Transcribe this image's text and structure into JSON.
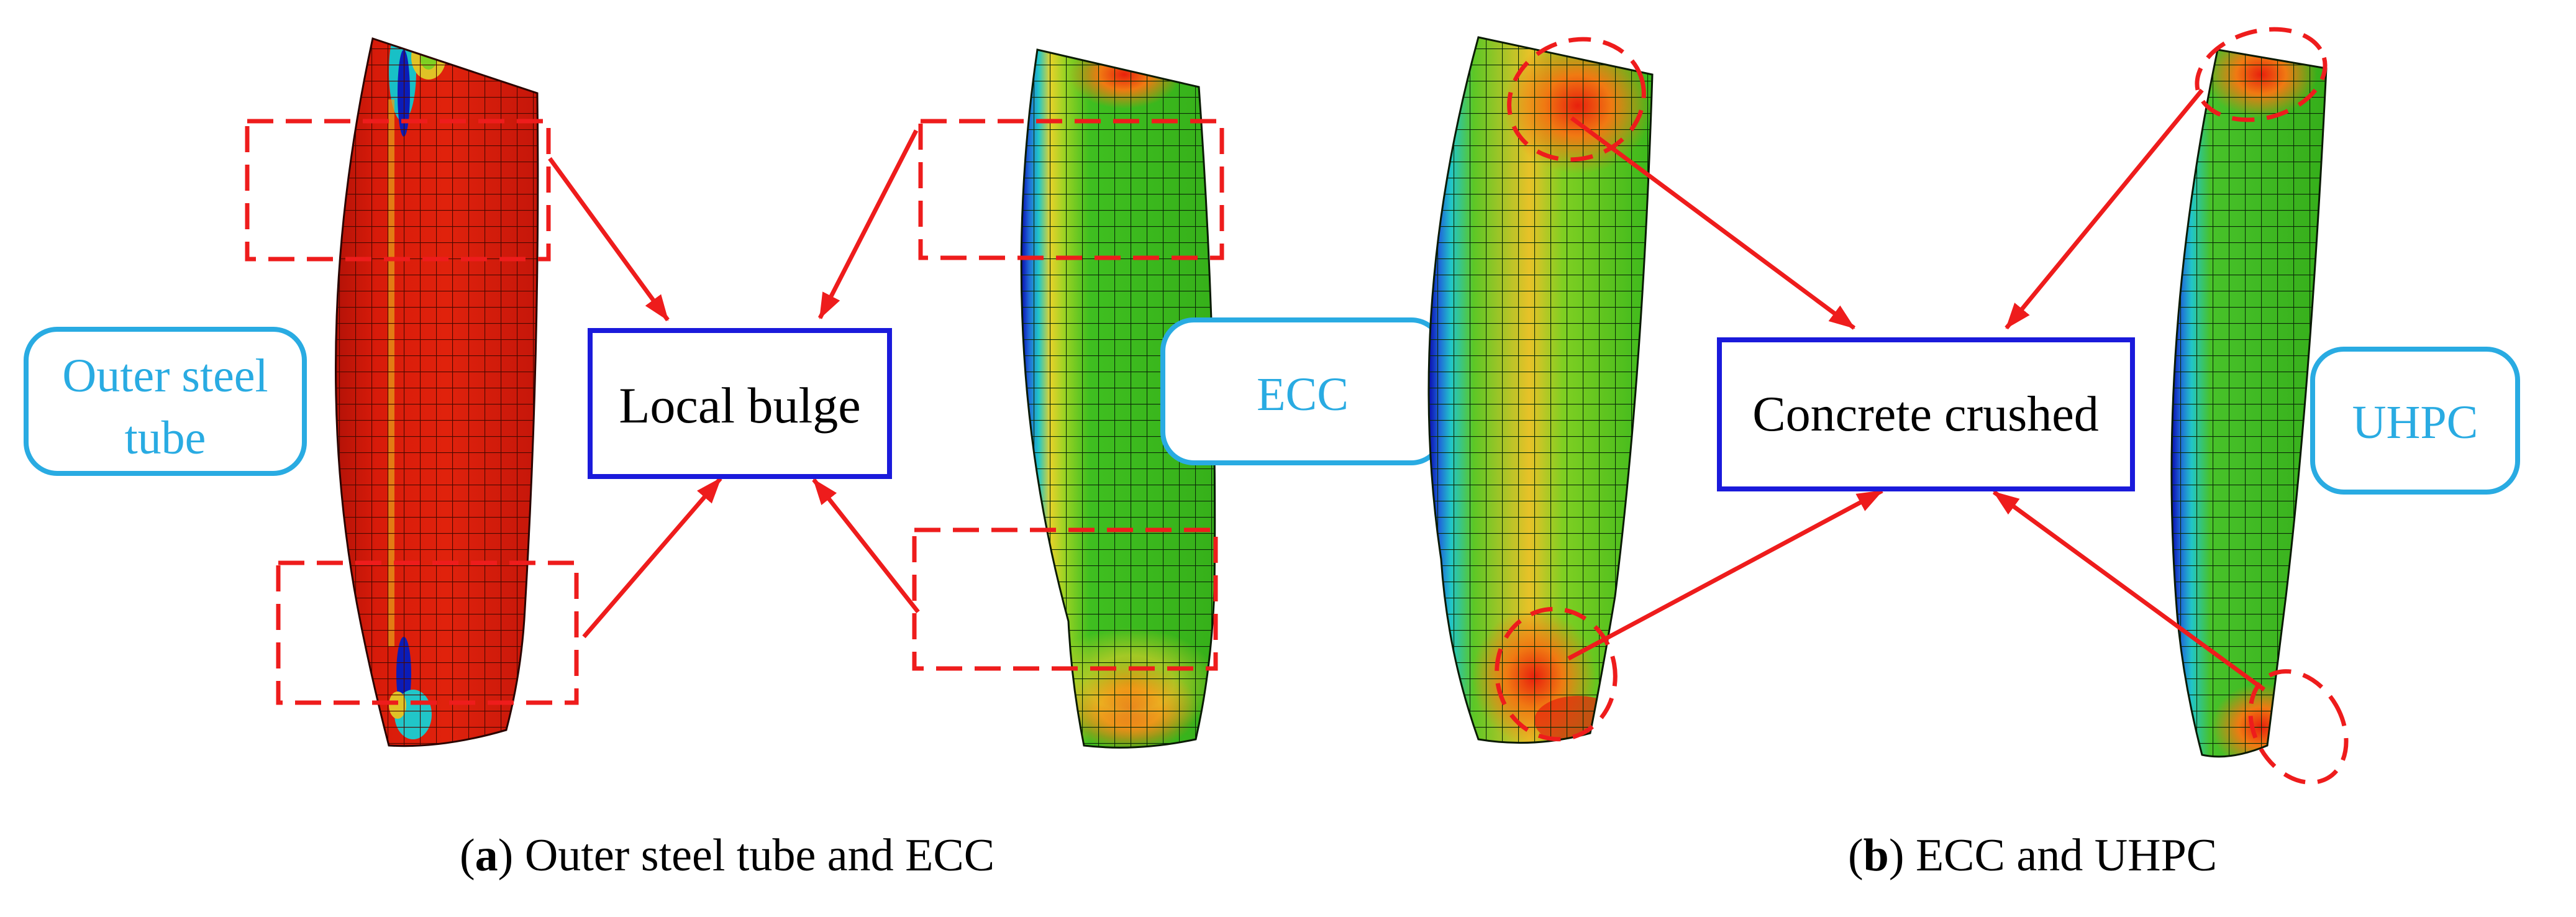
{
  "panels": [
    {
      "letter": "a",
      "caption_text": " Outer steel tube and ECC",
      "labels": {
        "tube_line1": "Outer steel",
        "tube_line2": "tube",
        "material": "ECC",
        "center": "Local bulge"
      }
    },
    {
      "letter": "b",
      "caption_text": " ECC and UHPC",
      "labels": {
        "center": "Concrete crushed",
        "material": "UHPC"
      }
    }
  ],
  "colors": {
    "annotation_red": "#ee1c1c",
    "callout_blue": "#1a1adb",
    "material_cyan": "#29abe2",
    "steel_red": "#d41a0a",
    "fea_green": "#3dbf1f"
  }
}
